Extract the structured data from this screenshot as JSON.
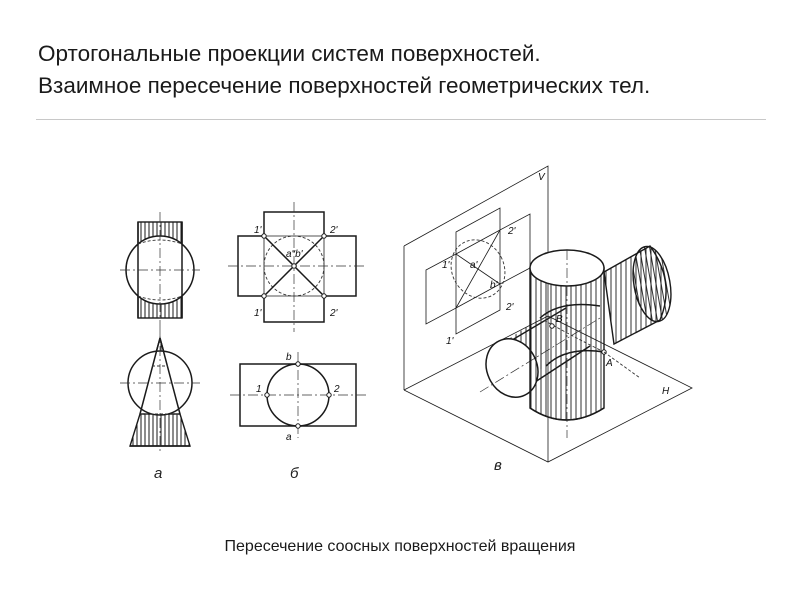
{
  "title": {
    "line1": "Ортогональные проекции систем поверхностей.",
    "line2": "Взаимное пересечение поверхностей геометрических тел."
  },
  "figures": {
    "a": {
      "label": "а"
    },
    "b": {
      "label": "б",
      "points": {
        "p1a": "1'",
        "p2a": "2'",
        "p1b": "1'",
        "p2b": "2'",
        "ab": "a\"b'",
        "n1": "1",
        "n2": "2",
        "nb": "b",
        "na": "a"
      }
    },
    "v": {
      "label": "в",
      "points": {
        "V": "V",
        "H": "H",
        "p1a": "1'",
        "p2a": "2'",
        "a": "a'",
        "b": "b'",
        "p1b": "1'",
        "p2b": "2'",
        "B": "B",
        "A": "A"
      }
    }
  },
  "caption": "Пересечение соосных поверхностей вращения"
}
